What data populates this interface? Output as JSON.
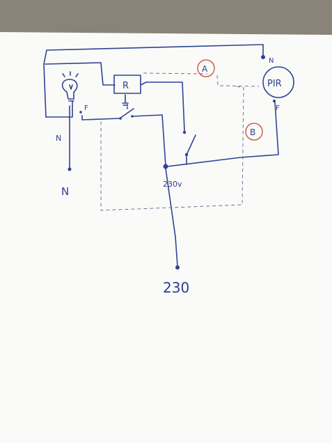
{
  "diagram": {
    "labels": {
      "relay": "R",
      "pir": "PIR",
      "neutral_left_top": "N",
      "neutral_left_bottom": "N",
      "phase_lamp": "F",
      "neutral_pir": "N",
      "phase_pir": "F",
      "zone_a": "A",
      "zone_b": "B",
      "junction_voltage": "230v",
      "supply_voltage": "230"
    },
    "colors": {
      "ink": "#2f4296",
      "marker_red": "#c9473a",
      "paper": "#fafaf8",
      "background": "#8a8378"
    },
    "icons": [
      "light-bulb-icon",
      "relay-box",
      "pir-sensor-circle",
      "switch-symbol"
    ]
  }
}
